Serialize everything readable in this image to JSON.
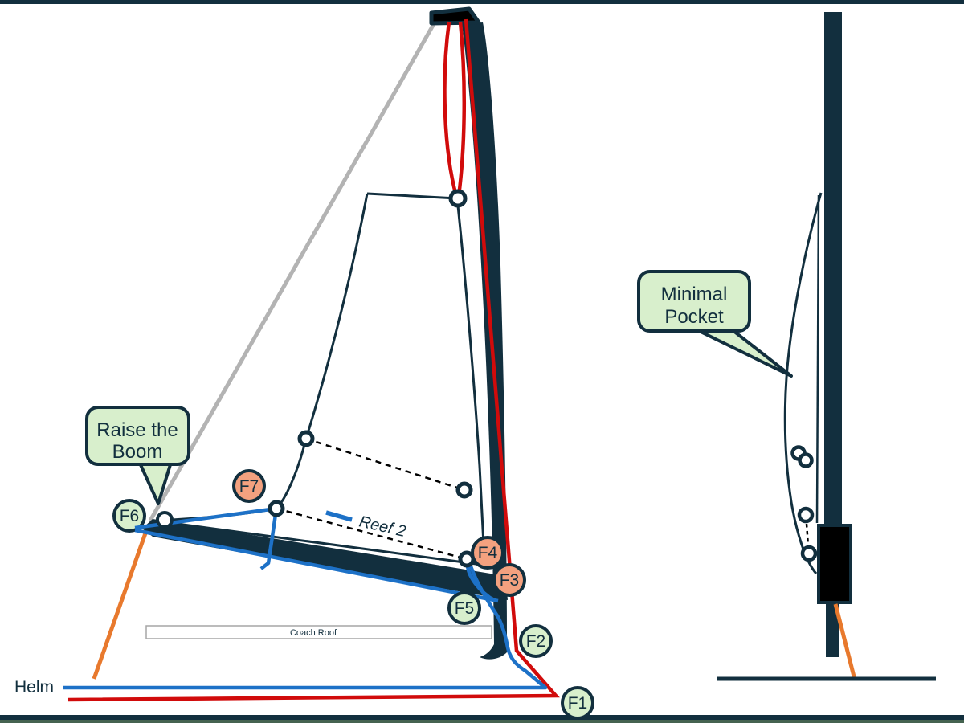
{
  "labels": {
    "helm": "Helm",
    "coach_roof": "Coach Roof",
    "reef_legend": "Reef 2"
  },
  "callouts": {
    "raise_boom": {
      "line1": "Raise the",
      "line2": "Boom"
    },
    "minimal_pocket": {
      "line1": "Minimal",
      "line2": "Pocket"
    }
  },
  "markers": [
    {
      "label": "F1",
      "color": "#d8efcc"
    },
    {
      "label": "F2",
      "color": "#d8efcc"
    },
    {
      "label": "F3",
      "color": "#f3a17f"
    },
    {
      "label": "F4",
      "color": "#f3a17f"
    },
    {
      "label": "F5",
      "color": "#d8efcc"
    },
    {
      "label": "F6",
      "color": "#d8efcc"
    },
    {
      "label": "F7",
      "color": "#f3a17f"
    }
  ],
  "colors": {
    "navy": "#122f3e",
    "black": "#000000",
    "green_fill": "#d8efcc",
    "salmon_fill": "#f3a17f",
    "blue": "#1d71c7",
    "red": "#d10b0b",
    "orange": "#e8792d",
    "gray": "#b3b3b3",
    "footer_green": "#456350",
    "coachroof_border": "#a6a6a6",
    "background": "#ffffff"
  }
}
